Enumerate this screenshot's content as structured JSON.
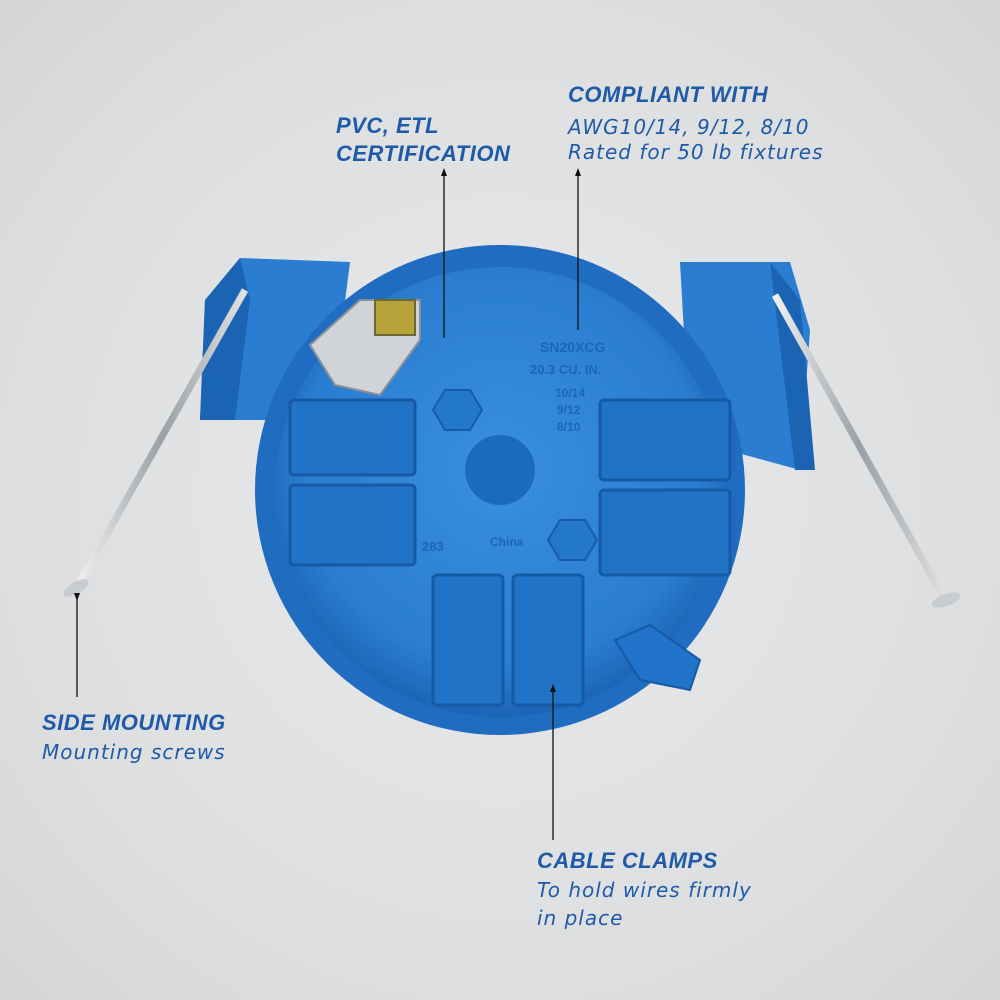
{
  "callouts": {
    "pvc": {
      "title_line1": "PVC, ETL",
      "title_line2": "CERTIFICATION"
    },
    "compliant": {
      "title": "COMPLIANT WITH",
      "line1": "AWG10/14, 9/12, 8/10",
      "line2": "Rated for 50 lb fixtures"
    },
    "side_mounting": {
      "title": "SIDE MOUNTING",
      "line1": "Mounting screws"
    },
    "cable_clamps": {
      "title": "CABLE CLAMPS",
      "line1": "To hold wires firmly",
      "line2": "in place"
    }
  },
  "product_markings": {
    "model": "SN20XCG",
    "volume": "20.3 CU. IN.",
    "bracket_volume": "20.3 CU. IN.",
    "awg1": "10/14",
    "awg2": "9/12",
    "awg3": "8/10",
    "origin": "China",
    "code": "283"
  },
  "colors": {
    "text": "#1e5aa8",
    "box": "#2f86d6",
    "background": "#dcdedf"
  }
}
